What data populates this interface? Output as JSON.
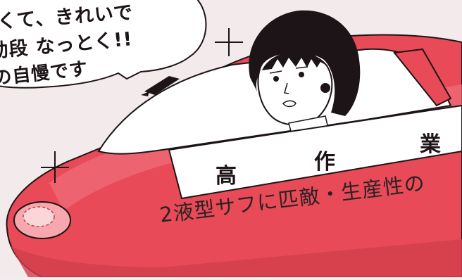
{
  "speech_bubble": {
    "lines": [
      "くて、きれいで",
      "動段 なっとく!!",
      "の自慢です"
    ]
  },
  "banner": {
    "chars": [
      "高",
      "作",
      "業"
    ]
  },
  "caption": "2液型サフに匹敵・生産性の"
}
